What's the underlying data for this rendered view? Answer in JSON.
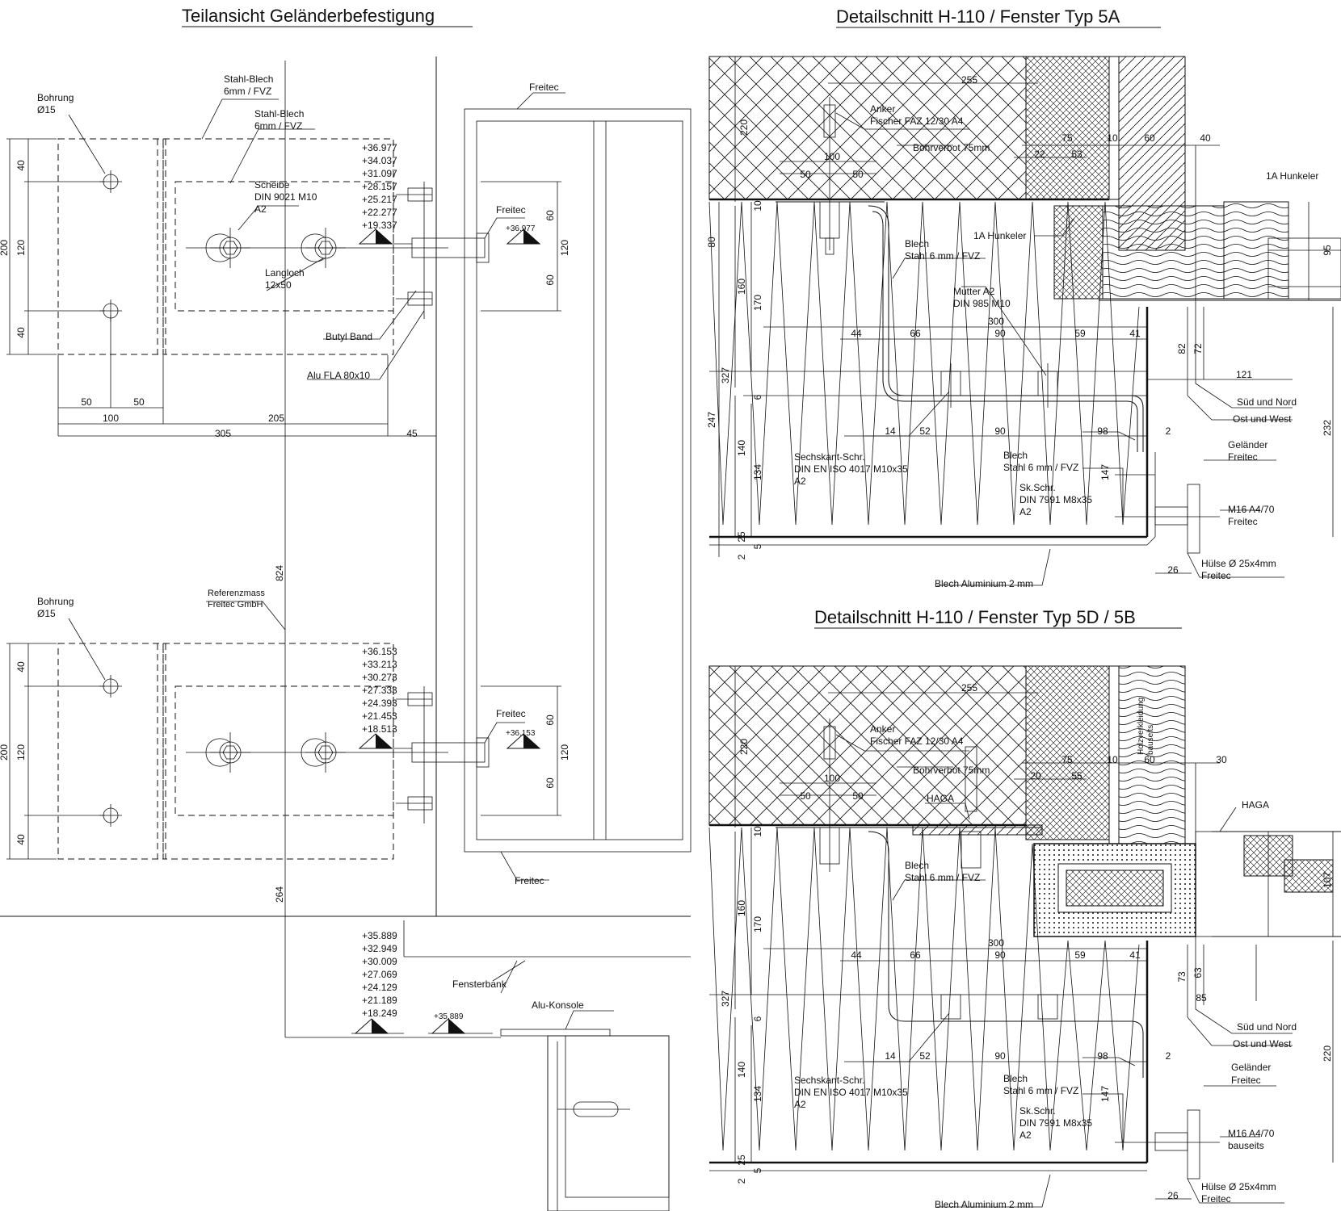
{
  "titles": {
    "left": "Teilansicht Geländerbefestigung",
    "right_top": "Detailschnitt H-110 / Fenster Typ 5A",
    "right_bottom": "Detailschnitt H-110 / Fenster Typ 5D / 5B"
  },
  "left": {
    "top": {
      "bohrung": [
        "Bohrung",
        "Ø15"
      ],
      "stahlblech1": [
        "Stahl-Blech",
        "6mm / FVZ"
      ],
      "stahlblech2": [
        "Stahl-Blech",
        "6mm / FVZ"
      ],
      "scheibe": [
        "Scheibe",
        "DIN 9021 M10",
        "A2"
      ],
      "langloch": [
        "Langloch",
        "12x50"
      ],
      "butyl": "Butyl Band",
      "alu": "Alu FLA 80x10",
      "freitec_top": "Freitec",
      "freitec_mid": "Freitec",
      "level_value": "+36.977",
      "levels": [
        "+36.977",
        "+34.037",
        "+31.097",
        "+28.157",
        "+25.217",
        "+22.277",
        "+19.337"
      ],
      "dims_left": [
        "40",
        "120",
        "40",
        "200"
      ],
      "dims_right": [
        "60",
        "120",
        "60"
      ],
      "dims_bottom": [
        "50",
        "50",
        "100",
        "205",
        "305",
        "45"
      ]
    },
    "mid": {
      "bohrung": [
        "Bohrung",
        "Ø15"
      ],
      "referenz": [
        "Referenzmass",
        "Freitec GmbH"
      ],
      "freitec_mid": "Freitec",
      "freitec_bottom": "Freitec",
      "level_value": "+36.153",
      "levels": [
        "+36.153",
        "+33.213",
        "+30.273",
        "+27.333",
        "+24.393",
        "+21.453",
        "+18.513"
      ],
      "dims_left": [
        "40",
        "120",
        "40",
        "200"
      ],
      "dims_right": [
        "60",
        "120",
        "60"
      ],
      "dim_824": "824",
      "dim_264": "264"
    },
    "bottom": {
      "levels": [
        "+35.889",
        "+32.949",
        "+30.009",
        "+27.069",
        "+24.129",
        "+21.189",
        "+18.249"
      ],
      "level_value": "+35.889",
      "fensterbank": "Fensterbank",
      "alu_konsole": "Alu-Konsole"
    }
  },
  "right_top": {
    "anker": [
      "Anker",
      "Fischer FAZ 12/30 A4"
    ],
    "bohrverbot": "Bohrverbot 75mm",
    "blech1": [
      "Blech",
      "Stahl 6 mm / FVZ"
    ],
    "hunkeler_left": "1A Hunkeler",
    "hunkeler_right": "1A Hunkeler",
    "mutter": [
      "Mutter A2",
      "DIN 985 M10"
    ],
    "sechskant": [
      "Sechskant-Schr.",
      "DIN EN ISO 4017 M10x35",
      "A2"
    ],
    "blech2": [
      "Blech",
      "Stahl 6 mm / FVZ"
    ],
    "skschr": [
      "Sk.Schr.",
      "DIN 7991 M8x35",
      "A2"
    ],
    "sued_nord": "Süd und Nord",
    "ost_west": "Ost und West",
    "gelaender": [
      "Geländer",
      "Freitec"
    ],
    "m16": [
      "M16 A4/70",
      "Freitec"
    ],
    "huelse": [
      "Hülse Ø 25x4mm",
      "Freitec"
    ],
    "blech_alu": "Blech Aluminium 2 mm",
    "dims": {
      "d255": "255",
      "d100": "100",
      "d50a": "50",
      "d50b": "50",
      "d75": "75",
      "d10": "10",
      "d60": "60",
      "d40": "40",
      "d22": "22",
      "d53": "53",
      "d220": "220",
      "d10v": "10",
      "d80": "80",
      "d160": "160",
      "d170": "170",
      "d300": "300",
      "d44": "44",
      "d66": "66",
      "d90": "90",
      "d59": "59",
      "d41": "41",
      "d82": "82",
      "d72": "72",
      "d121": "121",
      "d327": "327",
      "d6": "6",
      "d247": "247",
      "d14": "14",
      "d52": "52",
      "d90b": "90",
      "d98": "98",
      "d2": "2",
      "d140": "140",
      "d134": "134",
      "d147": "147",
      "d25": "25",
      "d5": "5",
      "d2b": "2",
      "d26": "26",
      "d95": "95",
      "d232": "232"
    }
  },
  "right_bottom": {
    "anker": [
      "Anker",
      "Fischer FAZ 12/30 A4"
    ],
    "bohrverbot": "Bohrverbot 75mm",
    "haga_left": "HAGA",
    "haga_right": "HAGA",
    "blech1": [
      "Blech",
      "Stahl 6 mm / FVZ"
    ],
    "holz": [
      "Holzverkleidung",
      "bauseits"
    ],
    "sechskant": [
      "Sechskant-Schr.",
      "DIN EN ISO 4017 M10x35",
      "A2"
    ],
    "blech2": [
      "Blech",
      "Stahl 6 mm / FVZ"
    ],
    "skschr": [
      "Sk.Schr.",
      "DIN 7991 M8x35",
      "A2"
    ],
    "sued_nord": "Süd und Nord",
    "ost_west": "Ost und West",
    "gelaender": [
      "Geländer",
      "Freitec"
    ],
    "m16": [
      "M16 A4/70",
      "bauseits"
    ],
    "huelse": [
      "Hülse Ø 25x4mm",
      "Freitec"
    ],
    "blech_alu": "Blech Aluminium 2 mm",
    "dims": {
      "d255": "255",
      "d100": "100",
      "d50a": "50",
      "d50b": "50",
      "d75": "75",
      "d10": "10",
      "d60": "60",
      "d30": "30",
      "d20": "20",
      "d55": "55",
      "d220": "220",
      "d10v": "10",
      "d160": "160",
      "d170": "170",
      "d300": "300",
      "d44": "44",
      "d66": "66",
      "d90": "90",
      "d59": "59",
      "d41": "41",
      "d73": "73",
      "d63": "63",
      "d85": "85",
      "d327": "327",
      "d6": "6",
      "d14": "14",
      "d52": "52",
      "d90b": "90",
      "d98": "98",
      "d2": "2",
      "d140": "140",
      "d134": "134",
      "d147": "147",
      "d25": "25",
      "d5": "5",
      "d2b": "2",
      "d26": "26",
      "d107": "107",
      "d220r": "220"
    }
  }
}
